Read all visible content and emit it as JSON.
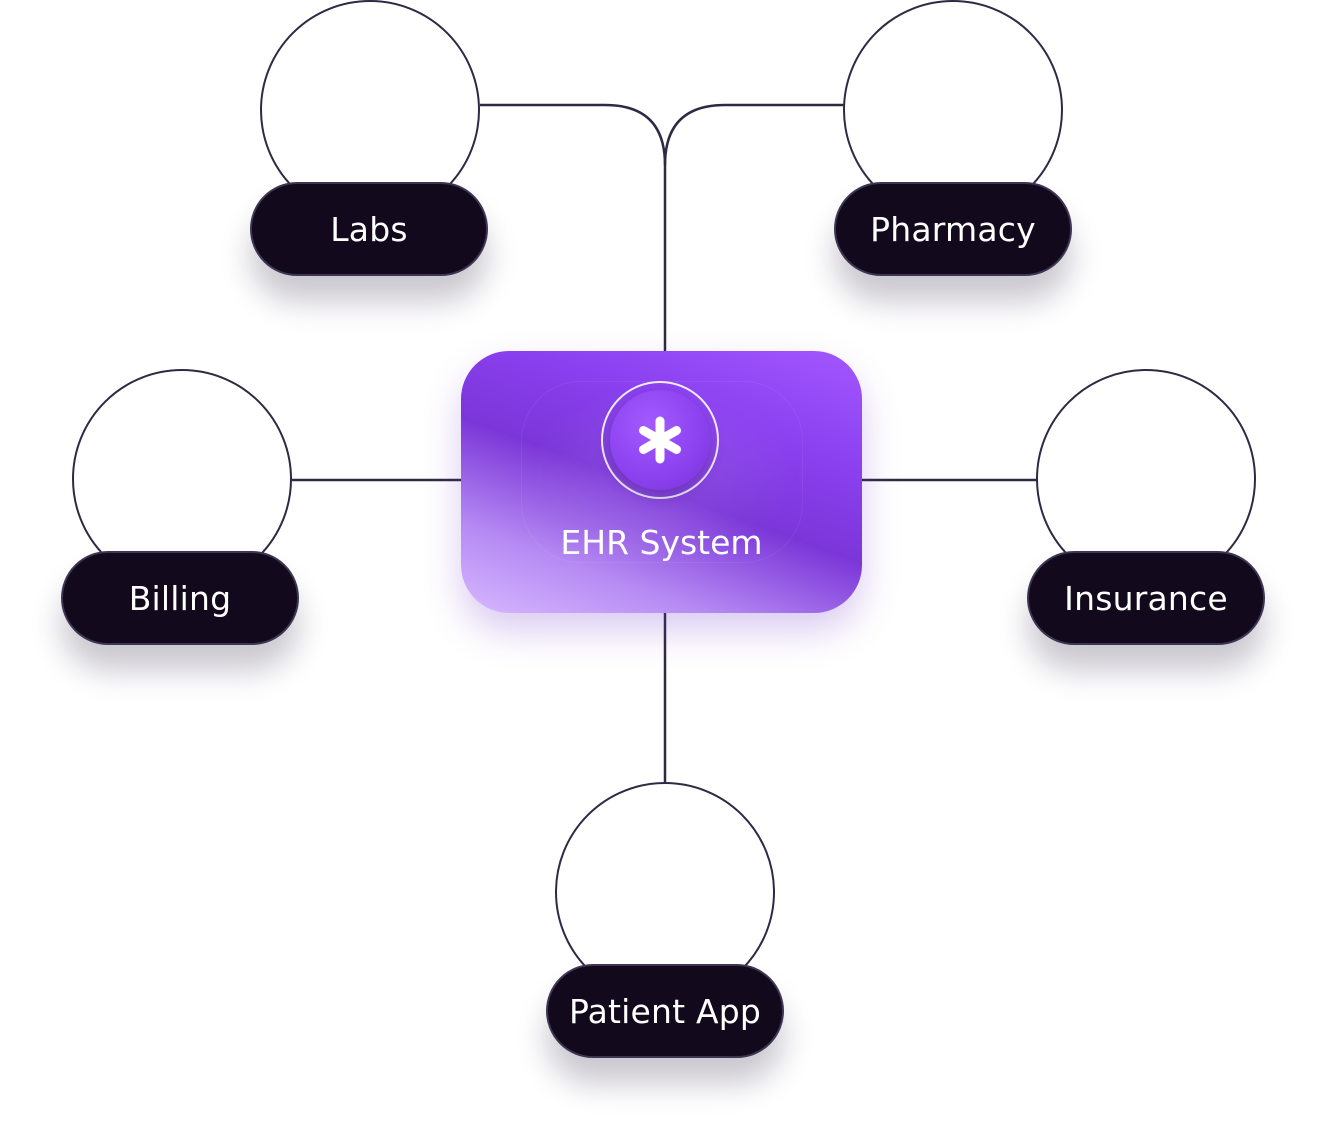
{
  "hub": {
    "label": "EHR System",
    "icon": "asterisk-icon",
    "colors": {
      "start": "#a257ff",
      "mid": "#7b36d8",
      "end": "#d7b8ff"
    }
  },
  "nodes": [
    {
      "id": "labs",
      "label": "Labs"
    },
    {
      "id": "pharmacy",
      "label": "Pharmacy"
    },
    {
      "id": "billing",
      "label": "Billing"
    },
    {
      "id": "insurance",
      "label": "Insurance"
    },
    {
      "id": "patient-app",
      "label": "Patient App"
    }
  ],
  "colors": {
    "pill_background": "#120a1c",
    "line": "#2f2a44",
    "text": "#ffffff"
  }
}
